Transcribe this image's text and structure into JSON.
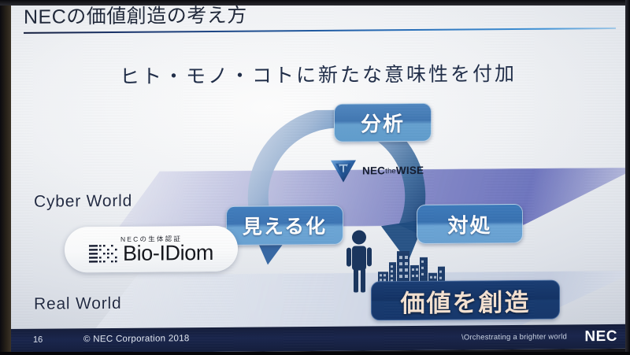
{
  "slide": {
    "title": "NECの価値創造の考え方",
    "subtitle": "ヒト・モノ・コトに新たな意味性を付加",
    "accent_color": "#1f63b0",
    "deep_navy": "#12336a"
  },
  "worlds": {
    "cyber_label": "Cyber World",
    "real_label": "Real World"
  },
  "brand": {
    "wise_name": "NEC",
    "wise_the": "the",
    "wise_wise": "WISE",
    "wise_full": "NEC the WISE"
  },
  "bio_idiom": {
    "sub": "NECの生体認証",
    "name": "Bio-IDiom"
  },
  "cycle": {
    "stages": [
      {
        "id": "analysis",
        "label": "分析",
        "color": "#4e86c0"
      },
      {
        "id": "visualize",
        "label": "見える化",
        "color": "#3f7dbe"
      },
      {
        "id": "respond",
        "label": "対処",
        "color": "#3b79bb"
      }
    ],
    "outcome": {
      "id": "create",
      "label": "価値を創造",
      "color": "#12336a"
    }
  },
  "footer": {
    "page_number": "16",
    "copyright": "© NEC Corporation 2018",
    "tagline": "\\Orchestrating a brighter world",
    "logo": "NEC"
  }
}
